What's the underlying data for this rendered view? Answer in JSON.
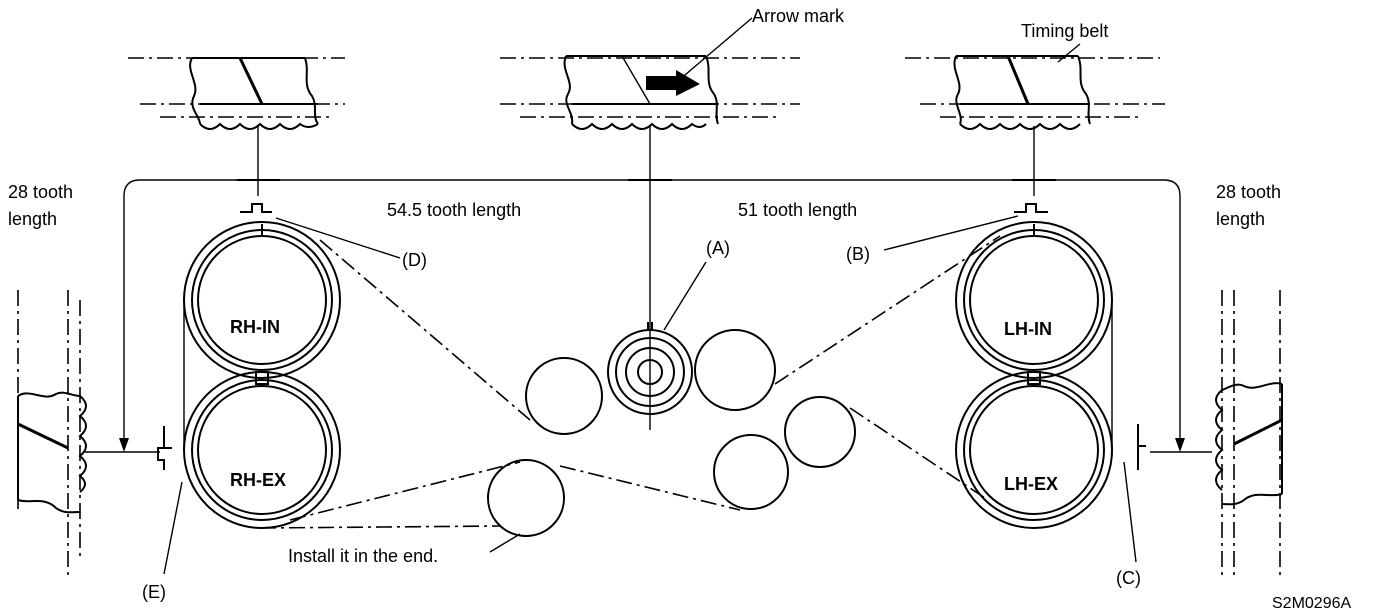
{
  "labels": {
    "arrow_mark": "Arrow mark",
    "timing_belt": "Timing belt",
    "tooth_28_left_1": "28 tooth",
    "tooth_28_left_2": "length",
    "tooth_28_right_1": "28 tooth",
    "tooth_28_right_2": "length",
    "tooth_54_5": "54.5 tooth length",
    "tooth_51": "51 tooth length",
    "a": "(A)",
    "b": "(B)",
    "c": "(C)",
    "d": "(D)",
    "e": "(E)",
    "rh_in": "RH-IN",
    "rh_ex": "RH-EX",
    "lh_in": "LH-IN",
    "lh_ex": "LH-EX",
    "install_note": "Install it in the end.",
    "figure_code": "S2M0296A"
  }
}
